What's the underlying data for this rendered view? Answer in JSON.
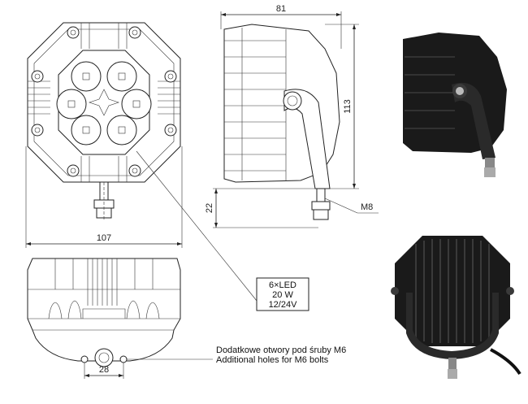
{
  "dimensions": {
    "width_top": "81",
    "height_side": "113",
    "bracket_offset": "22",
    "bolt": "M8",
    "width_front": "107",
    "bolt_spacing": "28"
  },
  "spec_box": {
    "line1": "6×LED",
    "line2": "20 W",
    "line3": "12/24V"
  },
  "notes": {
    "polish": "Dodatkowe otwory pod śruby M6",
    "english": "Additional holes for M6 bolts"
  },
  "colors": {
    "line": "#222222",
    "photo_body": "#1a1a1a",
    "photo_highlight": "#3a3a3a"
  }
}
